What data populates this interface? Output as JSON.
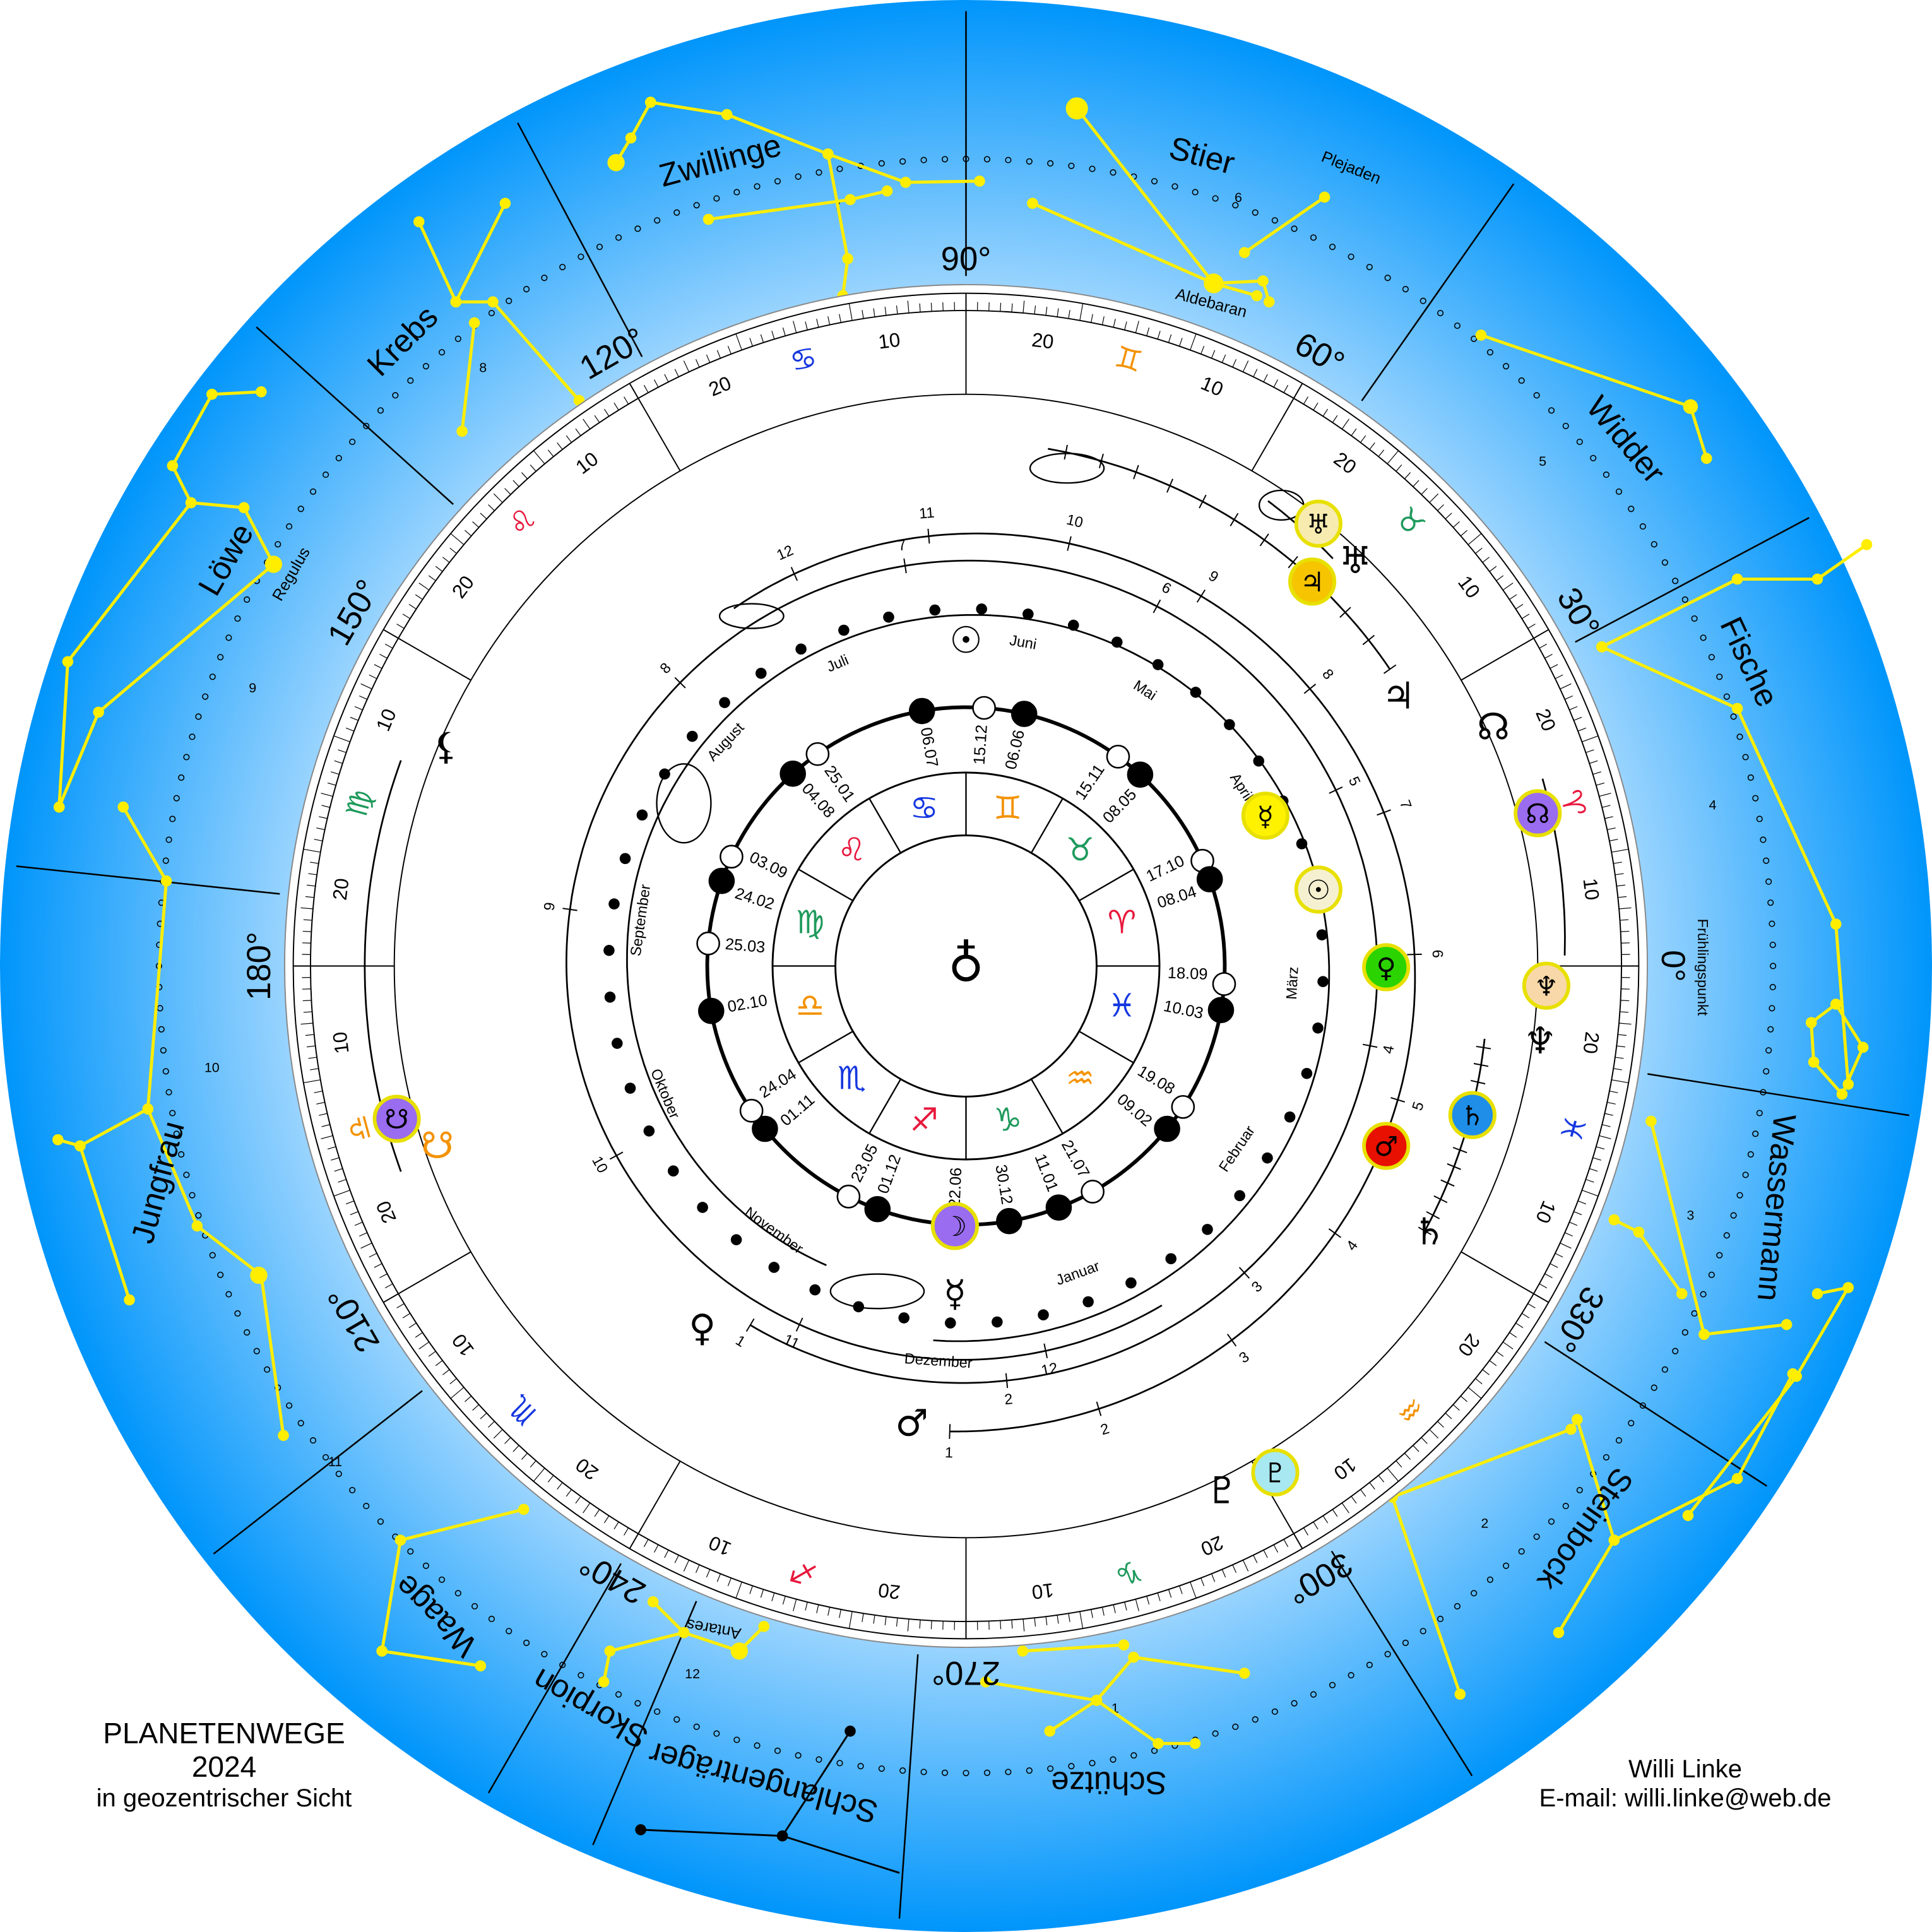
{
  "title": {
    "line1": "PLANETENWEGE",
    "line2": "2024",
    "line3": "in geozentrischer Sicht"
  },
  "author": {
    "name": "Willi Linke",
    "email": "E-mail: willi.linke@web.de"
  },
  "center_symbol": "♁",
  "degree_labels": [
    "0°",
    "30°",
    "60°",
    "90°",
    "120°",
    "150°",
    "180°",
    "210°",
    "240°",
    "270°",
    "300°",
    "330°"
  ],
  "sign_sub_labels": [
    "10",
    "20"
  ],
  "zodiac": [
    {
      "name": "Widder",
      "symbol": "♈",
      "color": "#e8173c"
    },
    {
      "name": "Stier",
      "symbol": "♉",
      "color": "#1f9a5c"
    },
    {
      "name": "Zwillinge",
      "symbol": "♊",
      "color": "#f39200"
    },
    {
      "name": "Krebs",
      "symbol": "♋",
      "color": "#1537e0"
    },
    {
      "name": "Löwe",
      "symbol": "♌",
      "color": "#e8173c"
    },
    {
      "name": "Jungfrau",
      "symbol": "♍",
      "color": "#1f9a5c"
    },
    {
      "name": "Waage",
      "symbol": "♎",
      "color": "#f39200"
    },
    {
      "name": "Skorpion",
      "symbol": "♏",
      "color": "#1537e0"
    },
    {
      "name": "Schütze",
      "symbol": "♐",
      "color": "#e8173c"
    },
    {
      "name": "Steinbock",
      "symbol": "♑",
      "color": "#1f9a5c"
    },
    {
      "name": "Wassermann",
      "symbol": "♒",
      "color": "#f39200"
    },
    {
      "name": "Fische",
      "symbol": "♓",
      "color": "#1537e0"
    }
  ],
  "constellations": [
    "Zwillinge",
    "Stier",
    "Widder",
    "Fische",
    "Wassermann",
    "Steinbock",
    "Schütze",
    "Schlangenträger",
    "Skorpion",
    "Waage",
    "Jungfrau",
    "Löwe",
    "Krebs"
  ],
  "star_names": [
    "Aldebaran",
    "Plejaden",
    "Regulus",
    "Antares"
  ],
  "fruehlingspunkt": "Frühlingspunkt",
  "ecliptic_month_marks": [
    "1",
    "2",
    "3",
    "4",
    "5",
    "6",
    "7",
    "8",
    "9",
    "10",
    "11",
    "12"
  ],
  "sun_months": [
    "Januar",
    "Februar",
    "März",
    "April",
    "Mai",
    "Juni",
    "Juli",
    "August",
    "September",
    "Oktober",
    "November",
    "Dezember"
  ],
  "path_ticks": [
    "1",
    "2",
    "3",
    "4",
    "5",
    "6",
    "7",
    "8",
    "9",
    "10",
    "11",
    "12"
  ],
  "moon_phases": [
    {
      "date": "06.07",
      "phase": "new"
    },
    {
      "date": "15.12",
      "phase": "full"
    },
    {
      "date": "06.06",
      "phase": "new"
    },
    {
      "date": "15.11",
      "phase": "full"
    },
    {
      "date": "08.05",
      "phase": "new"
    },
    {
      "date": "17.10",
      "phase": "full"
    },
    {
      "date": "08.04",
      "phase": "new"
    },
    {
      "date": "18.09",
      "phase": "full"
    },
    {
      "date": "10.03",
      "phase": "new"
    },
    {
      "date": "19.08",
      "phase": "full"
    },
    {
      "date": "09.02",
      "phase": "new"
    },
    {
      "date": "21.07",
      "phase": "full"
    },
    {
      "date": "11.01",
      "phase": "new"
    },
    {
      "date": "30.12",
      "phase": "new"
    },
    {
      "date": "22.06",
      "phase": "full"
    },
    {
      "date": "01.12",
      "phase": "new"
    },
    {
      "date": "23.05",
      "phase": "full"
    },
    {
      "date": "01.11",
      "phase": "new"
    },
    {
      "date": "24.04",
      "phase": "full"
    },
    {
      "date": "02.10",
      "phase": "new"
    },
    {
      "date": "25.03",
      "phase": "full"
    },
    {
      "date": "24.02",
      "phase": "new"
    },
    {
      "date": "03.09",
      "phase": "full"
    },
    {
      "date": "04.08",
      "phase": "new"
    },
    {
      "date": "25.01",
      "phase": "full"
    }
  ],
  "planets": [
    {
      "name": "uranus",
      "symbol": "♅",
      "color": "#f7ebb0"
    },
    {
      "name": "jupiter",
      "symbol": "♃",
      "color": "#f6c400"
    },
    {
      "name": "mercury",
      "symbol": "☿",
      "color": "#fff200"
    },
    {
      "name": "sun",
      "symbol": "☉",
      "color": "#f4f0d0"
    },
    {
      "name": "venus",
      "symbol": "♀",
      "color": "#2bd400"
    },
    {
      "name": "mars",
      "symbol": "♂",
      "color": "#e81000"
    },
    {
      "name": "saturn",
      "symbol": "♄",
      "color": "#1e8ee8"
    },
    {
      "name": "neptune",
      "symbol": "♆",
      "color": "#f8d8a8"
    },
    {
      "name": "pluto",
      "symbol": "♇",
      "color": "#a8e8f0"
    },
    {
      "name": "moon",
      "symbol": "☽",
      "color": "#9a6cf0"
    },
    {
      "name": "north-node",
      "symbol": "☊",
      "color": "#9a6cf0"
    },
    {
      "name": "south-node",
      "symbol": "☋",
      "color": "#9a6cf0"
    },
    {
      "name": "lilith",
      "symbol": "⚸",
      "color": "#000000"
    }
  ],
  "colors": {
    "sky_outer": "#0095fb",
    "sky_inner": "#cfeaff",
    "constellation": "#ffee00",
    "ring": "#ffffff"
  }
}
